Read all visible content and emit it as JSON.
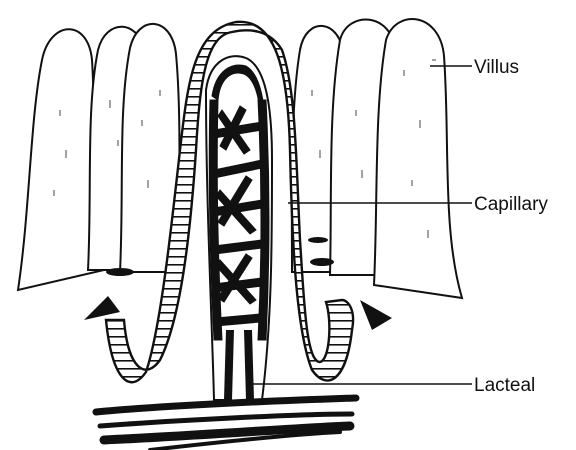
{
  "diagram": {
    "labels": {
      "villus": "Villus",
      "capillary": "Capillary",
      "lacteal": "Lacteal"
    },
    "colors": {
      "ink": "#111111",
      "background": "#ffffff"
    }
  }
}
